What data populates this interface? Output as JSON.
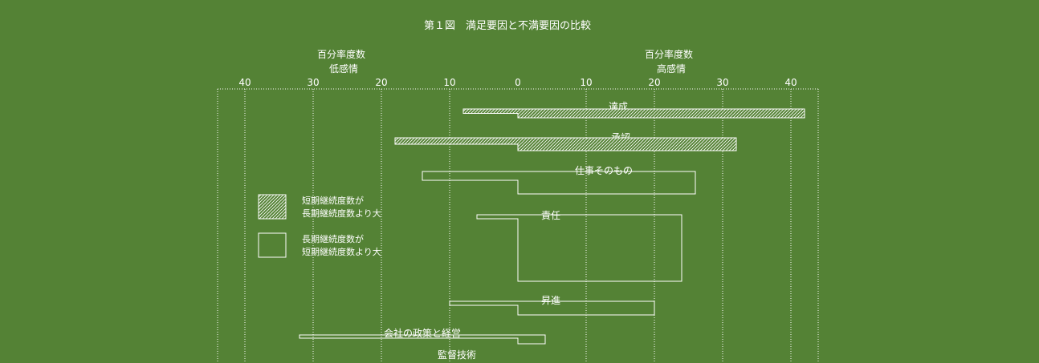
{
  "chart_data": {
    "type": "bar",
    "title": "第１図　満足要因と不満要因の比較",
    "left_axis_label": [
      "百分率度数",
      "低感情"
    ],
    "right_axis_label": [
      "百分率度数",
      "高感情"
    ],
    "xlim": [
      -42,
      42
    ],
    "ticks": [
      -40,
      -30,
      -20,
      -10,
      0,
      10,
      20,
      30,
      40
    ],
    "tick_labels": [
      "40",
      "30",
      "20",
      "10",
      "0",
      "10",
      "20",
      "30",
      "40"
    ],
    "grid": true,
    "legend": {
      "position": "left",
      "items": [
        {
          "lines": [
            "短期継続度数が",
            "長期継続度数より大"
          ],
          "pattern": "hatched"
        },
        {
          "lines": [
            "長期継続度数が",
            "短期継続度数より大"
          ],
          "pattern": "open"
        }
      ]
    },
    "categories": [
      "達成",
      "承認",
      "仕事そのもの",
      "責任",
      "昇進",
      "会社の政策と経営",
      "監督技術"
    ],
    "series": [
      {
        "values": [
          -8,
          -18,
          -14,
          -6,
          -10,
          -32,
          null
        ]
      },
      {
        "values": [
          42,
          32,
          26,
          24,
          20,
          4,
          null
        ]
      }
    ],
    "pattern": [
      "hatched",
      "hatched",
      "open",
      "open",
      "open",
      "open",
      "open"
    ],
    "colors": {
      "background": "#548235",
      "foreground": "#ffffff"
    }
  }
}
